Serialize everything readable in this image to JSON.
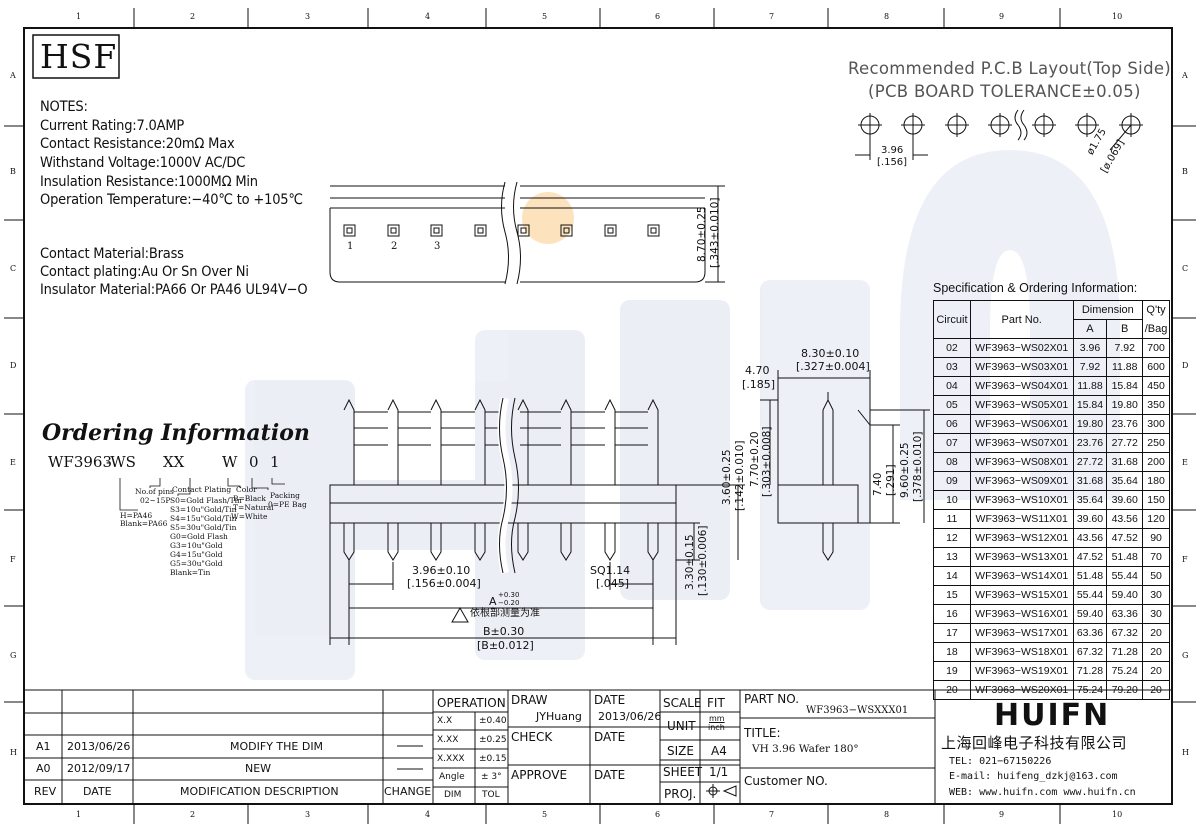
{
  "logo_box": "HSF",
  "grid": {
    "cols": [
      "1",
      "2",
      "3",
      "4",
      "5",
      "6",
      "7",
      "8",
      "9",
      "10"
    ],
    "rows": [
      "A",
      "B",
      "C",
      "D",
      "E",
      "F",
      "G",
      "H"
    ]
  },
  "notes": {
    "heading": "NOTES:",
    "lines": [
      "Current Rating:7.0AMP",
      "Contact Resistance:20mΩ  Max",
      "Withstand Voltage:1000V AC/DC",
      "Insulation Resistance:1000MΩ  Min",
      "Operation Temperature:−40℃ to +105℃"
    ],
    "material_lines": [
      "Contact Material:Brass",
      "Contact plating:Au Or Sn Over Ni",
      "Insulator Material:PA66 Or PA46  UL94V−O"
    ]
  },
  "pcb": {
    "title": "Recommended P.C.B Layout(Top Side)",
    "subtitle": "(PCB BOARD TOLERANCE±0.05)",
    "pitch": "3.96",
    "pitch_in": "[.156]",
    "hole": "ø1.75",
    "hole_in": "[ø.069]"
  },
  "top_view": {
    "pin_labels": [
      "1",
      "2",
      "3"
    ],
    "height": "8.70±0.25",
    "height_in": "[.343±0.010]"
  },
  "front_view": {
    "pitch": "3.96±0.10",
    "pitch_in": "[.156±0.004]",
    "sq": "SQ1.14",
    "sq_in": "[.045]",
    "a_dim": "A",
    "a_tol_plus": "+0.30",
    "a_tol_minus": "−0.20",
    "note_cn": "依根部测量为准",
    "b_dim": "B±0.30",
    "b_dim_in": "[B±0.012]",
    "tail": "3.30±0.15",
    "tail_in": "[.130±0.006]",
    "body_h": "3.60±0.25",
    "body_h_in": "[.142±0.010]"
  },
  "side_view": {
    "w1": "8.30±0.10",
    "w1_in": "[.327±0.004]",
    "w2": "4.70",
    "w2_in": "[.185]",
    "h1": "7.70±0.20",
    "h1_in": "[.303±0.008]",
    "h2": "7.40",
    "h2_in": "[.291]",
    "h3": "9.60±0.25",
    "h3_in": "[.378±0.010]"
  },
  "ordering": {
    "title": "Ordering Information",
    "code_parts": [
      "WF3963",
      "-WS",
      "XX",
      "W",
      "0",
      "1"
    ],
    "pins": [
      "No.of pins",
      "02~15P"
    ],
    "plating": [
      "Contact Plating",
      "S0=Gold Flash/Tin",
      "S3=10u\"Gold/Tin",
      "S4=15u\"Gold/Tin",
      "S5=30u\"Gold/Tin",
      "G0=Gold Flash",
      "G3=10u\"Gold",
      "G4=15u\"Gold",
      "G5=30u\"Gold",
      "Blank=Tin"
    ],
    "material": [
      "H=PA46",
      "Blank=PA66"
    ],
    "color": [
      "Color",
      "B=Black",
      "T=Natural",
      "W=White"
    ],
    "packing": [
      "Packing",
      "0=PE Bag"
    ]
  },
  "spec": {
    "title": "Specification & Ordering Information:",
    "headers": {
      "circuit": "Circuit",
      "part": "Part No.",
      "dimension": "Dimension",
      "a": "A",
      "b": "B",
      "qty1": "Q'ty",
      "qty2": "/Bag"
    },
    "rows": [
      [
        "02",
        "WF3963−WS02X01",
        "3.96",
        "7.92",
        "700"
      ],
      [
        "03",
        "WF3963−WS03X01",
        "7.92",
        "11.88",
        "600"
      ],
      [
        "04",
        "WF3963−WS04X01",
        "11.88",
        "15.84",
        "450"
      ],
      [
        "05",
        "WF3963−WS05X01",
        "15.84",
        "19.80",
        "350"
      ],
      [
        "06",
        "WF3963−WS06X01",
        "19.80",
        "23.76",
        "300"
      ],
      [
        "07",
        "WF3963−WS07X01",
        "23.76",
        "27.72",
        "250"
      ],
      [
        "08",
        "WF3963−WS08X01",
        "27.72",
        "31.68",
        "200"
      ],
      [
        "09",
        "WF3963−WS09X01",
        "31.68",
        "35.64",
        "180"
      ],
      [
        "10",
        "WF3963−WS10X01",
        "35.64",
        "39.60",
        "150"
      ],
      [
        "11",
        "WF3963−WS11X01",
        "39.60",
        "43.56",
        "120"
      ],
      [
        "12",
        "WF3963−WS12X01",
        "43.56",
        "47.52",
        "90"
      ],
      [
        "13",
        "WF3963−WS13X01",
        "47.52",
        "51.48",
        "70"
      ],
      [
        "14",
        "WF3963−WS14X01",
        "51.48",
        "55.44",
        "50"
      ],
      [
        "15",
        "WF3963−WS15X01",
        "55.44",
        "59.40",
        "30"
      ],
      [
        "16",
        "WF3963−WS16X01",
        "59.40",
        "63.36",
        "30"
      ],
      [
        "17",
        "WF3963−WS17X01",
        "63.36",
        "67.32",
        "20"
      ],
      [
        "18",
        "WF3963−WS18X01",
        "67.32",
        "71.28",
        "20"
      ],
      [
        "19",
        "WF3963−WS19X01",
        "71.28",
        "75.24",
        "20"
      ],
      [
        "20",
        "WF3963−WS20X01",
        "75.24",
        "79.20",
        "20"
      ]
    ]
  },
  "title_block": {
    "revisions": [
      {
        "rev": "A1",
        "date": "2013/06/26",
        "desc": "MODIFY THE DIM"
      },
      {
        "rev": "A0",
        "date": "2012/09/17",
        "desc": "NEW"
      }
    ],
    "rev_headers": {
      "rev": "REV",
      "date": "DATE",
      "desc": "MODIFICATION  DESCRIPTION",
      "change": "CHANGE"
    },
    "operation": "OPERATION",
    "tolerances": [
      [
        "X.X",
        "±0.40"
      ],
      [
        "X.XX",
        "±0.25"
      ],
      [
        "X.XXX",
        "±0.15"
      ],
      [
        "Angle",
        "± 3°"
      ]
    ],
    "dim": "DIM",
    "tol": "TOL",
    "draw": "DRAW",
    "drawer": "JYHuang",
    "check": "CHECK",
    "approve": "APPROVE",
    "date_label": "DATE",
    "draw_date": "2013/06/26",
    "scale": "SCALE",
    "fit": "FIT",
    "unit": "UNIT",
    "unit_val_top": "mm",
    "unit_val_bottom": "inch",
    "size": "SIZE",
    "size_val": "A4",
    "sheet": "SHEET",
    "sheet_val": "1/1",
    "proj": "PROJ.",
    "part_no_label": "PART NO.",
    "part_no": "WF3963−WSXXX01",
    "title_label": "TITLE:",
    "title": "VH 3.96 Wafer 180°",
    "customer": "Customer NO.",
    "company_logo": "HUIFN",
    "company_cn": "上海回峰电子科技有限公司",
    "tel": "TEL: 021−67150226",
    "email": "E-mail: huifeng_dzkj@163.com",
    "web": "WEB: www.huifn.com   www.huifn.cn"
  },
  "colors": {
    "line": "#111111",
    "watermark": "#1e3a8a",
    "highlight": "#f6b042"
  }
}
